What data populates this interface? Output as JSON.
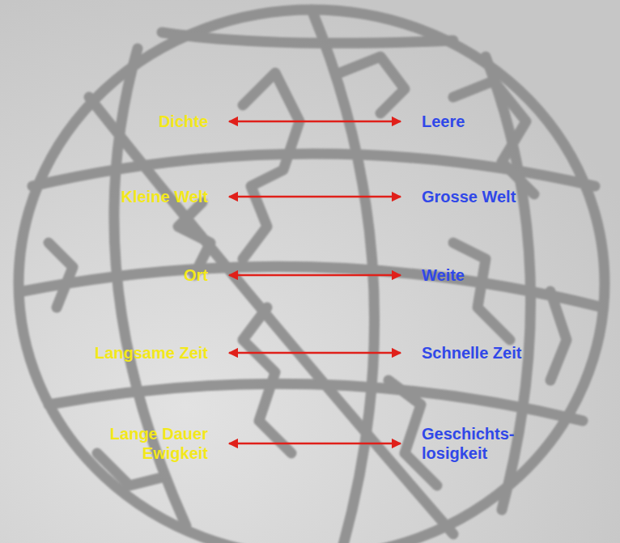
{
  "diagram": {
    "nodes": [
      {
        "text": [
          "Dichte"
        ]
      },
      {
        "text": [
          "Leere"
        ]
      },
      {
        "text": [
          "Kleine Welt"
        ]
      },
      {
        "text": [
          "Grosse Welt"
        ]
      },
      {
        "text": [
          "Ort"
        ]
      },
      {
        "text": [
          "Weite"
        ]
      },
      {
        "text": [
          "Langsame Zeit"
        ]
      },
      {
        "text": [
          "Schnelle Zeit"
        ]
      },
      {
        "text": [
          "Lange Dauer Ewigkeit"
        ]
      },
      {
        "text": [
          "Geschichts- losigkeit"
        ]
      }
    ],
    "edges": [
      {
        "from": 0,
        "to": 1,
        "arrow": "both"
      },
      {
        "from": 2,
        "to": 3,
        "arrow": "both"
      },
      {
        "from": 4,
        "to": 5,
        "arrow": "both"
      },
      {
        "from": 6,
        "to": 7,
        "arrow": "both"
      },
      {
        "from": 8,
        "to": 9,
        "arrow": "both"
      }
    ]
  }
}
